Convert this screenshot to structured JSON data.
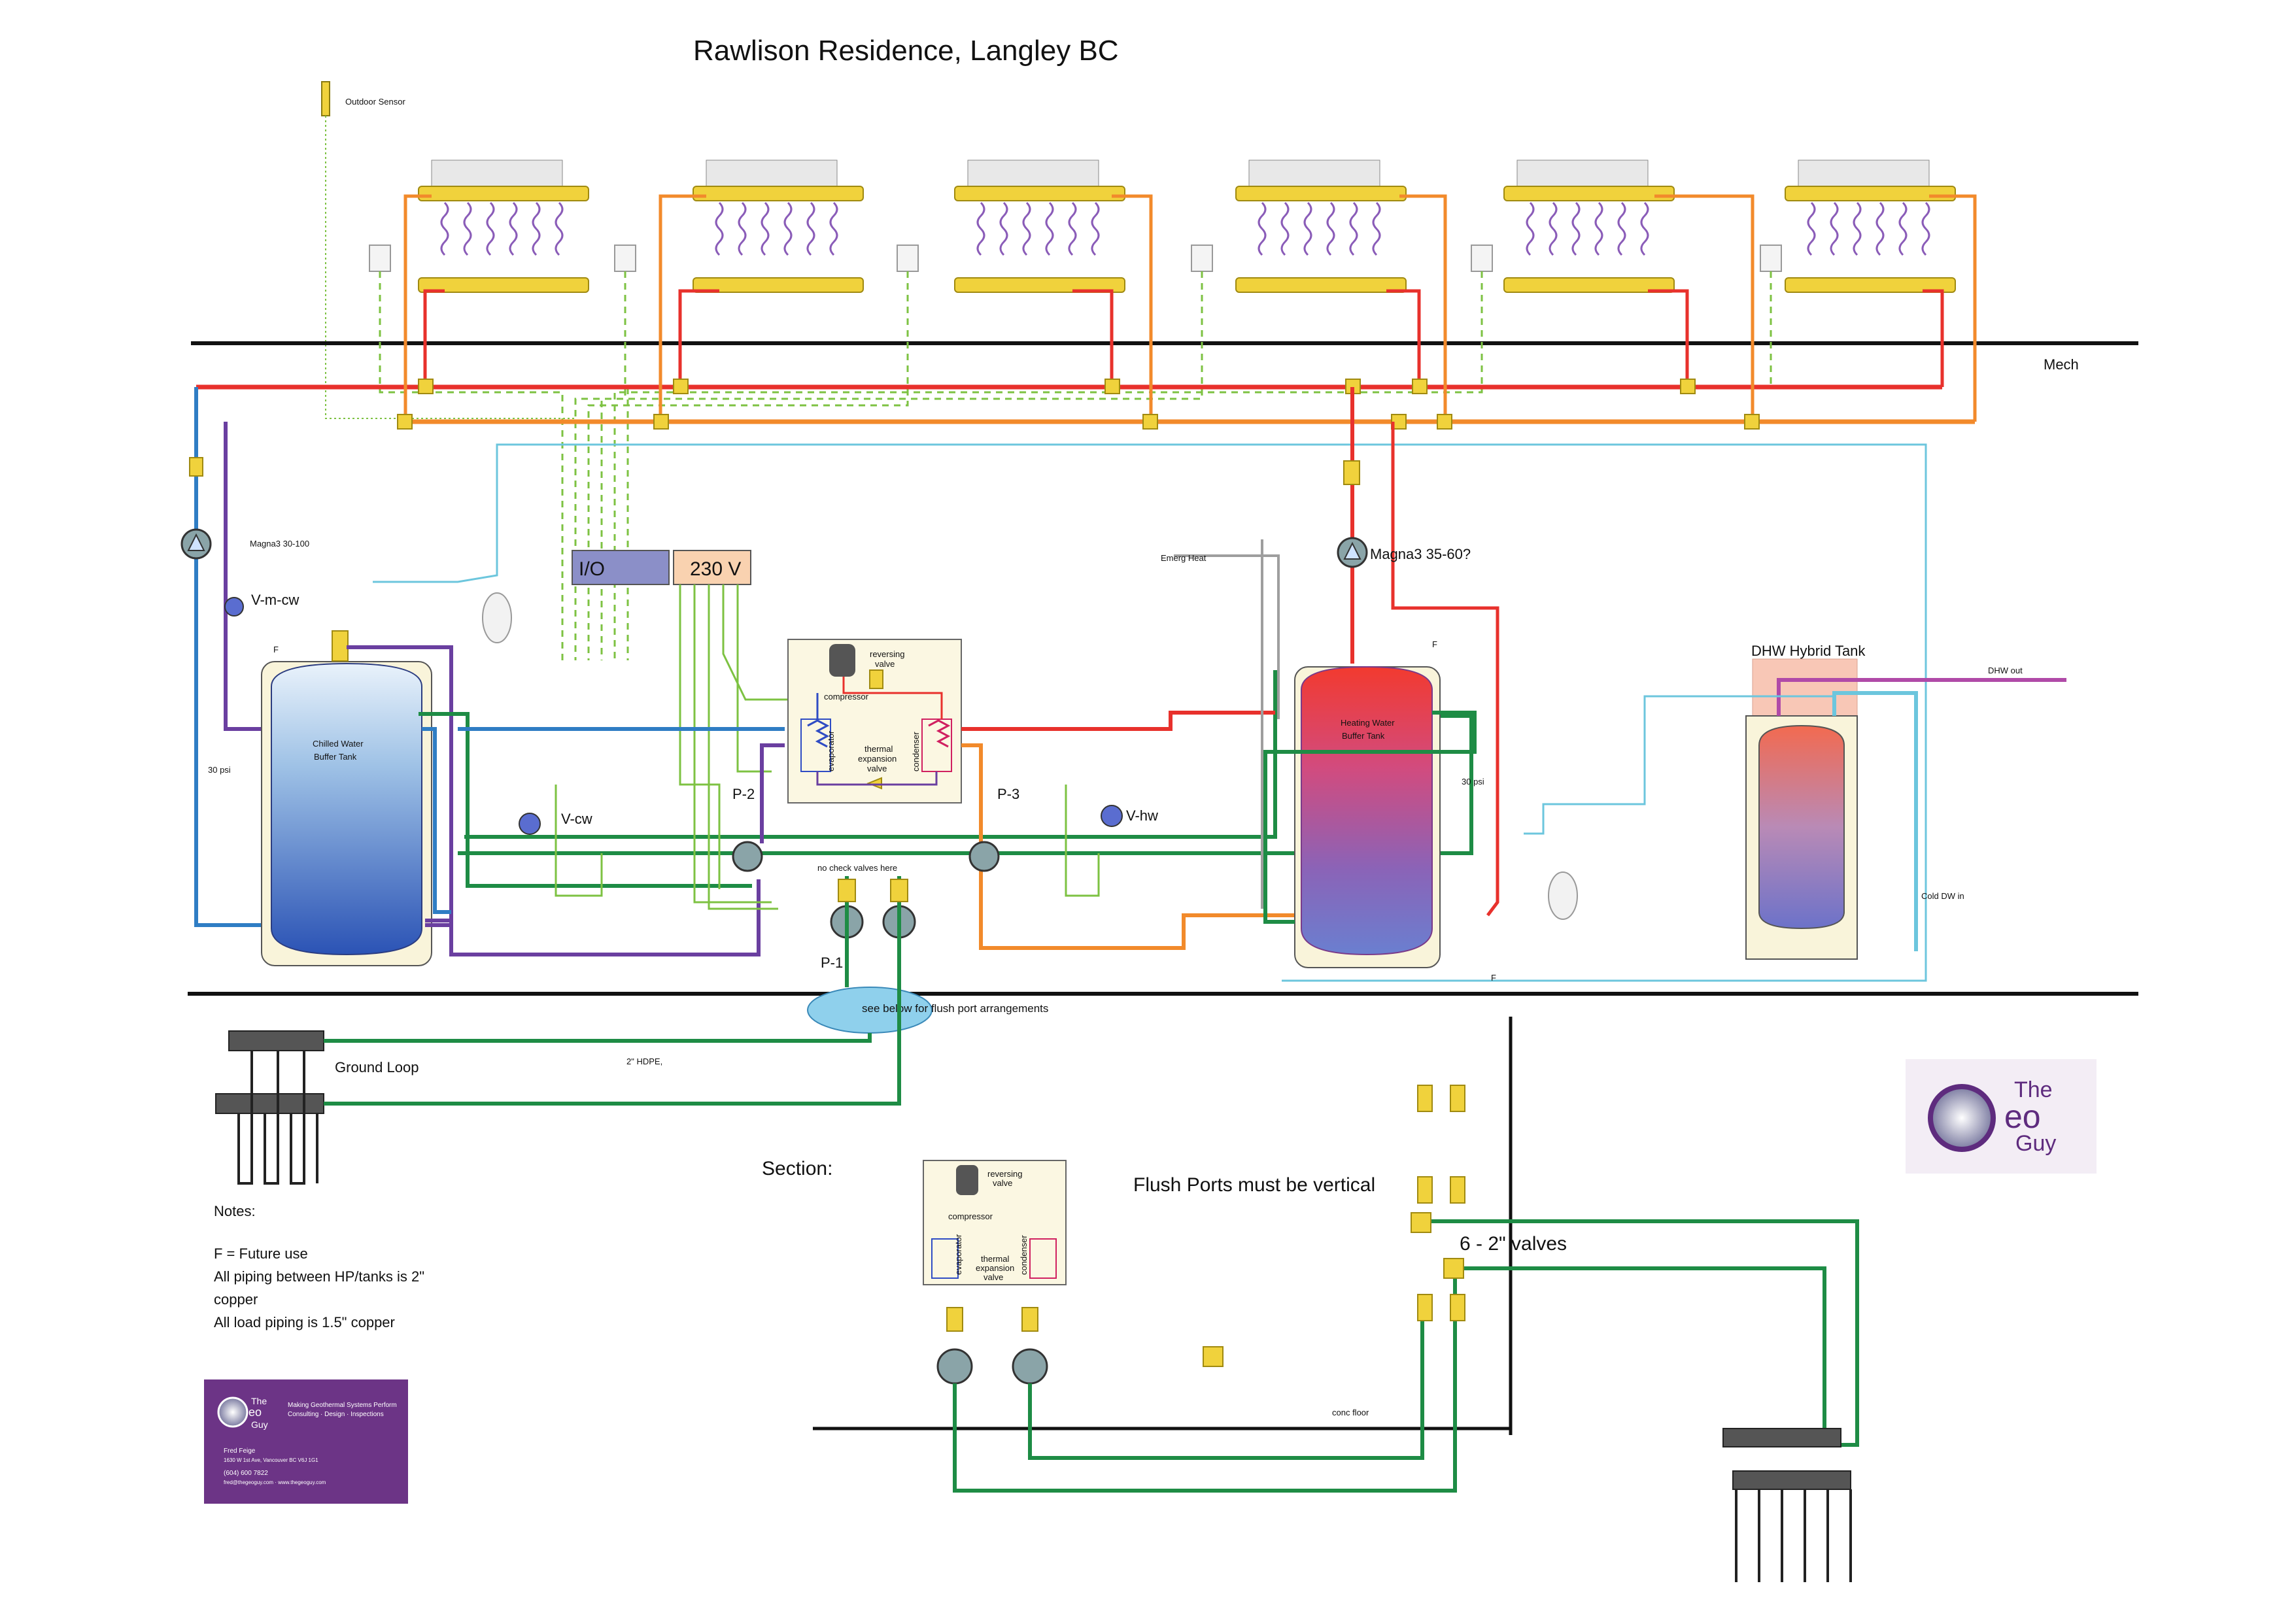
{
  "title": "Rawlison Residence, Langley BC",
  "labels": {
    "outdoor_sensor": "Outdoor Sensor",
    "mech": "Mech",
    "magna_left": "Magna3 30-100",
    "magna_right": "Magna3 35-60?",
    "v_m_cw": "V-m-cw",
    "v_cw": "V-cw",
    "v_hw": "V-hw",
    "f": "F",
    "psi_left": "30 psi",
    "psi_right": "30 psi",
    "io": "I/O",
    "v230": "230 V",
    "emerg_heat": "Emerg Heat",
    "chilled_tank_1": "Chilled Water",
    "chilled_tank_2": "Buffer Tank",
    "heating_tank_1": "Heating Water",
    "heating_tank_2": "Buffer Tank",
    "dhw_tank": "DHW Hybrid Tank",
    "dhw_out": "DHW out",
    "cold_dw_in": "Cold DW in",
    "reversing_valve_1": "reversing",
    "reversing_valve_2": "valve",
    "compressor": "compressor",
    "evaporator": "evaporator",
    "condenser": "condenser",
    "thermal_exp_1": "thermal",
    "thermal_exp_2": "expansion",
    "thermal_exp_3": "valve",
    "p1": "P-1",
    "p2": "P-2",
    "p3": "P-3",
    "no_check_valves": "no check valves here",
    "see_below": "see below for flush port arrangements",
    "ground_loop": "Ground Loop",
    "hdpe": "2\" HDPE,",
    "section": "Section:",
    "flush_ports": "Flush Ports must be vertical",
    "six_valves": "6 - 2\" valves",
    "conc_floor": "conc floor"
  },
  "notes": {
    "heading": "Notes:",
    "lines": [
      "F = Future use",
      "All piping between HP/tanks is 2\"",
      "copper",
      "All load piping is 1.5\" copper"
    ]
  },
  "logo": {
    "the": "The",
    "eo": "eo",
    "guy": "Guy"
  },
  "card": {
    "the": "The",
    "eo": "eo",
    "guy": "Guy",
    "tagline_1": "Making Geothermal Systems Perform",
    "tagline_2": "Consulting · Design · Inspections",
    "name": "Fred Feige",
    "address": "1630 W 1st Ave, Vancouver BC V6J 1G1",
    "phone": "(604) 600 7822",
    "web": "fred@thegeoguy.com · www.thegeoguy.com"
  },
  "colors": {
    "supply_red": "#e8312c",
    "return_orange": "#f28a2b",
    "chilled_blue": "#2f7dc4",
    "purple": "#6a3fa0",
    "ground_green": "#1e8c45",
    "control_green": "#7dc242",
    "dhw_cyan": "#6cc6dd",
    "brass": "#f0d23c",
    "logo_purple": "#5e2b7e"
  }
}
